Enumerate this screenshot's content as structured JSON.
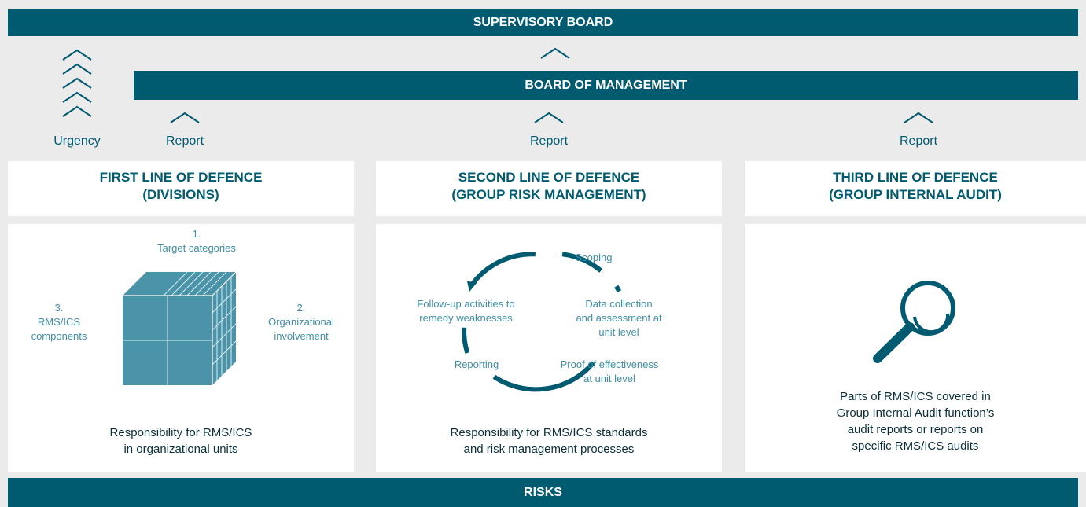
{
  "supervisory_board": "SUPERVISORY BOARD",
  "board_of_management": "BOARD OF MANAGEMENT",
  "risks": "RISKS",
  "labels": {
    "urgency": "Urgency",
    "report": "Report"
  },
  "first_line": {
    "title": "FIRST LINE OF DEFENCE\n(DIVISIONS)",
    "target_categories": "1.\nTarget categories",
    "organizational_involvement": "2.\nOrganizational\ninvolvement",
    "components": "3.\nRMS/ICS\ncomponents",
    "caption": "Responsibility for RMS/ICS\nin organizational units"
  },
  "second_line": {
    "title": "SECOND LINE OF DEFENCE\n(GROUP RISK MANAGEMENT)",
    "scoping": "Scoping",
    "data_collection": "Data collection\nand assessment at\nunit level",
    "proof": "Proof of effectiveness\nat unit level",
    "reporting": "Reporting",
    "follow_up": "Follow-up activities to\nremedy weaknesses",
    "caption": "Responsibility for RMS/ICS standards\nand risk management processes"
  },
  "third_line": {
    "title": "THIRD LINE OF DEFENCE\n(GROUP INTERNAL AUDIT)",
    "caption": "Parts of RMS/ICS covered in\nGroup Internal Audit function’s\naudit reports or reports on\nspecific RMS/ICS audits"
  },
  "colors": {
    "primary": "#005a70",
    "cube": "#4b93a8",
    "light_text": "#3f8fa6",
    "background": "#ebebeb"
  }
}
